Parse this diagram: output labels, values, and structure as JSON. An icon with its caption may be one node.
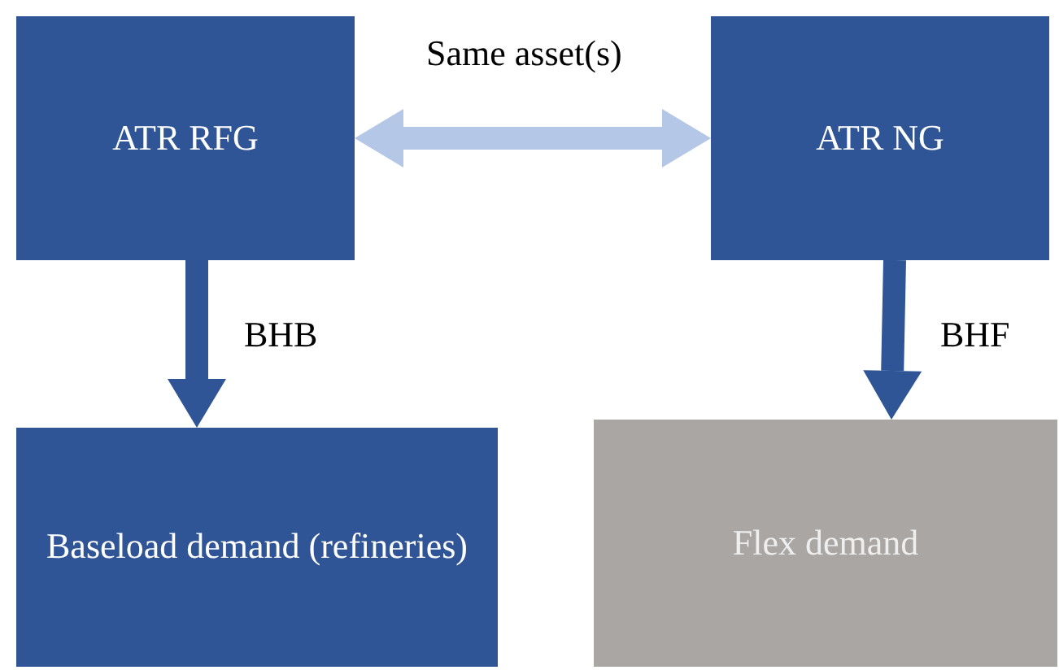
{
  "diagram": {
    "nodes": [
      {
        "text": [
          "ATR RFG"
        ]
      },
      {
        "text": [
          "ATR NG"
        ]
      },
      {
        "text": [
          "Baseload demand (refineries)"
        ]
      },
      {
        "text": [
          "Flex demand"
        ]
      }
    ],
    "edges": [
      {
        "from": 0,
        "to": 1,
        "arrow": "both",
        "label": "Same asset(s)",
        "color": "#b4c7e7"
      },
      {
        "from": 0,
        "to": 2,
        "arrow": "to",
        "label": "BHB"
      },
      {
        "from": 1,
        "to": 3,
        "arrow": "to",
        "label": "BHF"
      }
    ]
  }
}
